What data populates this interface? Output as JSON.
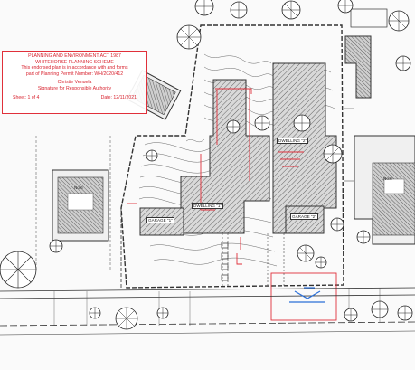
{
  "stamp": {
    "act_title": "PLANNING AND ENVIRONMENT ACT 1987",
    "scheme": "WHITEHORSE PLANNING SCHEME",
    "line1": "This endorsed plan is in accordance with and forms",
    "line2": "part of Planning Permit Number: WH/2020/412",
    "officer": "Christie Venuela",
    "signature_label": "Signature for Responsible Authority",
    "sheet": "Sheet: 1 of 4",
    "date": "Date: 12/11/2021"
  },
  "labels": {
    "dwelling_1": "DWELLING \"1\"",
    "dwelling_2": "DWELLING \"2\"",
    "garage_1": "GARAGE \"1\"",
    "garage_2": "GARAGE \"2\"",
    "no_left": "No.6",
    "no_right": "No.8"
  },
  "colors": {
    "stamp_red": "#d8232f",
    "linework": "#333333",
    "hatch": "#555555"
  }
}
